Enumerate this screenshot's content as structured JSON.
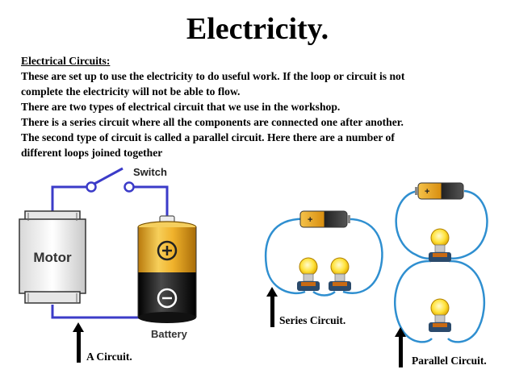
{
  "title": "Electricity.",
  "text": {
    "heading": "Electrical Circuits:",
    "lines": [
      "These are set up to use the electricity to do useful work. If the loop or circuit is not",
      "complete the electricity will not be able to flow.",
      "There are two types of electrical circuit that we use in the workshop.",
      "There is a series circuit where all the components are connected one after another.",
      "The second type of circuit is called a parallel circuit. Here there are a number of",
      "different loops joined together"
    ]
  },
  "diagram1": {
    "switch_label": "Switch",
    "motor_label": "Motor",
    "battery_label": "Battery",
    "plus_sign": "⊕",
    "minus_sign": "⊖"
  },
  "captions": {
    "circuit": "A Circuit.",
    "series": "Series Circuit.",
    "parallel": "Parallel Circuit."
  },
  "colors": {
    "wire": "#3b3bc8",
    "loop": "#2f8fd0",
    "battery_gold": "#e8a51c",
    "battery_black": "#1a1a1a"
  }
}
